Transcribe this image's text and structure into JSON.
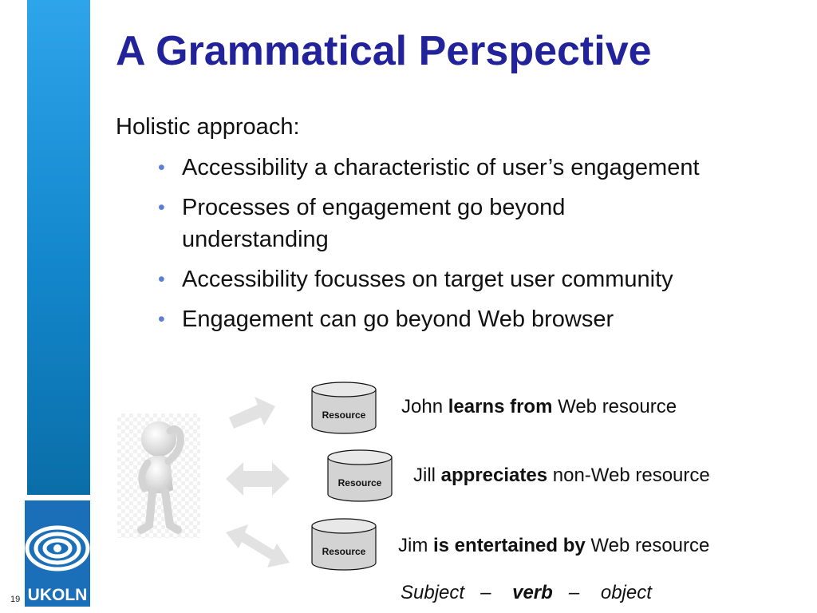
{
  "slide": {
    "title": "A Grammatical Perspective",
    "number": "19",
    "logo_text": "UKOLN"
  },
  "content": {
    "intro": "Holistic approach:",
    "bullets": [
      "Accessibility a characteristic of user’s engagement",
      "Processes of engagement go beyond understanding",
      "Accessibility focusses on target user community",
      "Engagement can go beyond Web browser"
    ]
  },
  "diagram": {
    "resource_label": "Resource",
    "rows": [
      {
        "subject": "John",
        "verb": "learns from",
        "object": "Web resource"
      },
      {
        "subject": "Jill",
        "verb": "appreciates",
        "object": "non-Web resource"
      },
      {
        "subject": "Jim",
        "verb": "is entertained by",
        "object": "Web resource"
      }
    ],
    "grammar": {
      "subject": "Subject",
      "dash": "–",
      "verb": "verb",
      "object": "object"
    }
  },
  "colors": {
    "title": "#22229a",
    "sidebar": "#1386cb",
    "bullet": "#5c7fd6"
  },
  "icons": [
    "person-figure-icon",
    "arrow-right-icon",
    "double-arrow-icon",
    "database-icon",
    "ukoln-eye-logo"
  ]
}
